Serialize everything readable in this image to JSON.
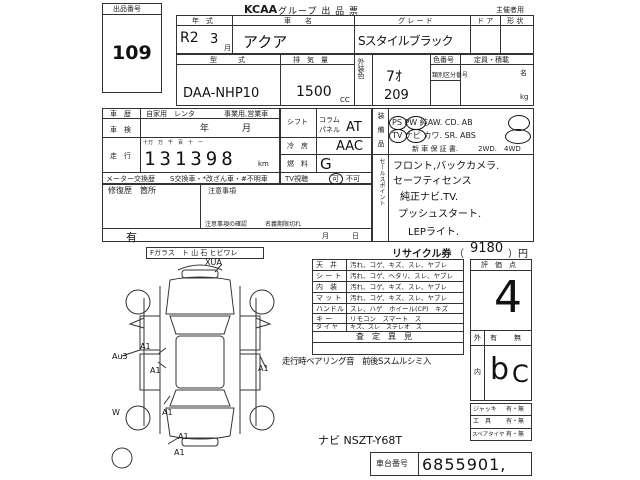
{
  "header": {
    "lot_label": "出品番号",
    "lot_number": "109",
    "logo_text": "KCAA",
    "title_text": "グループ 出 品 票",
    "inspector_label": "主催者用"
  },
  "row1": {
    "year_label": "年　式",
    "name_label": "車　　名",
    "grade_label": "グ レ ー ド",
    "door_label": "ド ア",
    "shape_label": "形 状",
    "year_era": "R2",
    "year_num": "3",
    "month_label": "月",
    "name_value": "アクア",
    "grade_value": "Sスタイルブラック"
  },
  "row2": {
    "model_label": "型　　　式",
    "displacement_label": "排　気　量",
    "exterior_label": "外装色",
    "color_no_label": "色番号",
    "color_change_label": "類別区分番号",
    "capacity_label": "定員・積載",
    "capacity_unit1": "名",
    "capacity_unit2": "kg",
    "model_value": "DAA-NHP10",
    "disp_value": "1500",
    "disp_unit": "CC",
    "color_value": "7ｵ",
    "color_no_value": "209"
  },
  "reg": {
    "reg_label": "車　歴",
    "reg_options": "自家用　レンタ",
    "reg_options2": "事業用,営業車",
    "inspection_label": "車　検",
    "year_label": "年",
    "month_label": "月",
    "mileage_label": "走　行",
    "mileage_digits_label": "十万　万　千　百　十　一",
    "mileage_value": "131398",
    "km_label": "km",
    "meter_label": "メーター交換歴",
    "meter_options": "S交換車・*改ざん車・#不明車"
  },
  "shift": {
    "shift_label": "シフト",
    "column_label": "コラム",
    "panel_label": "パネル",
    "shift_value": "AT",
    "ac_label": "冷　房",
    "ac_value": "AAC",
    "fuel_label": "燃　料",
    "fuel_value": "G",
    "tv_label": "TV視聴",
    "tv_options": "可　不可"
  },
  "equip": {
    "equip_label": "装　備　品",
    "items_row1": "PS  PW  純AW.  CD.  AB",
    "items_row2": "TV  ナビ  カワ.  SR.  ABS",
    "warranty_label": "新 車 保 証 書.",
    "drive_label": "2WD.　4WD",
    "sales_label": "セールスポイント",
    "sales_lines": [
      "フロント,バックカメラ.",
      "セーフティセンス",
      "純正ナビ.TV.",
      "プッシュスタート.",
      "LEPライト."
    ]
  },
  "repair": {
    "history_label": "修復歴　箇所",
    "note_label": "注意事項",
    "has_label": "有",
    "note_row": "注意事項の確認　　　名義期限切れ",
    "month_label": "月",
    "day_label": "日"
  },
  "recycle": {
    "label": "リサイクル券",
    "paren_open": "（",
    "value": "9180",
    "paren_close": "）円"
  },
  "glass": {
    "label": "Fガラス　ト 山 石 ヒビワレ"
  },
  "diagram": {
    "u1": "XUA",
    "a1": "A1",
    "a2": "A1",
    "a3": "A1",
    "a4": "A1",
    "a5": "A1",
    "a6": "A1",
    "au3": "Au3",
    "w": "W"
  },
  "condition": {
    "rows": [
      {
        "label": "天　井",
        "opts": "汚れ、コゲ、キズ、スレ、ヤブレ"
      },
      {
        "label": "シ ー ト",
        "opts": "汚れ、コゲ、ヘタリ、スレ、ヤブレ"
      },
      {
        "label": "内　装",
        "opts": "汚れ、コゲ、キズ、スレ、ヤブレ"
      },
      {
        "label": "マ ッ ト",
        "opts": "汚れ、コゲ、キズ、スレ、ヤブレ"
      },
      {
        "label": "ハンドル",
        "opts": "スレ、ハゲ　ホイール(CP)　キズ"
      },
      {
        "label": "キ ー",
        "opts": "リモコン　スマート　ス"
      },
      {
        "label": "タ イ ヤ",
        "opts": "キズ、スレ　ステレオ　ス"
      }
    ],
    "note_title": "査　定　異　見",
    "note_text": "走行時ベアリング音　前後Sスムルシミ入",
    "frame_no_note": "ナビ NSZT-Y68T"
  },
  "evaluation": {
    "eval_label": "評　価　点",
    "grade": "4",
    "ext_label": "外",
    "int_label": "内",
    "have_label": "有",
    "none_label": "無",
    "ext_grade": "b",
    "int_grade": "C",
    "jack_label": "ジャッキ",
    "tool_label": "工　具",
    "spare_label": "スペアタイヤ",
    "opt_label": "有・無"
  },
  "chassis": {
    "label": "車台番号",
    "value": "6855901,"
  }
}
